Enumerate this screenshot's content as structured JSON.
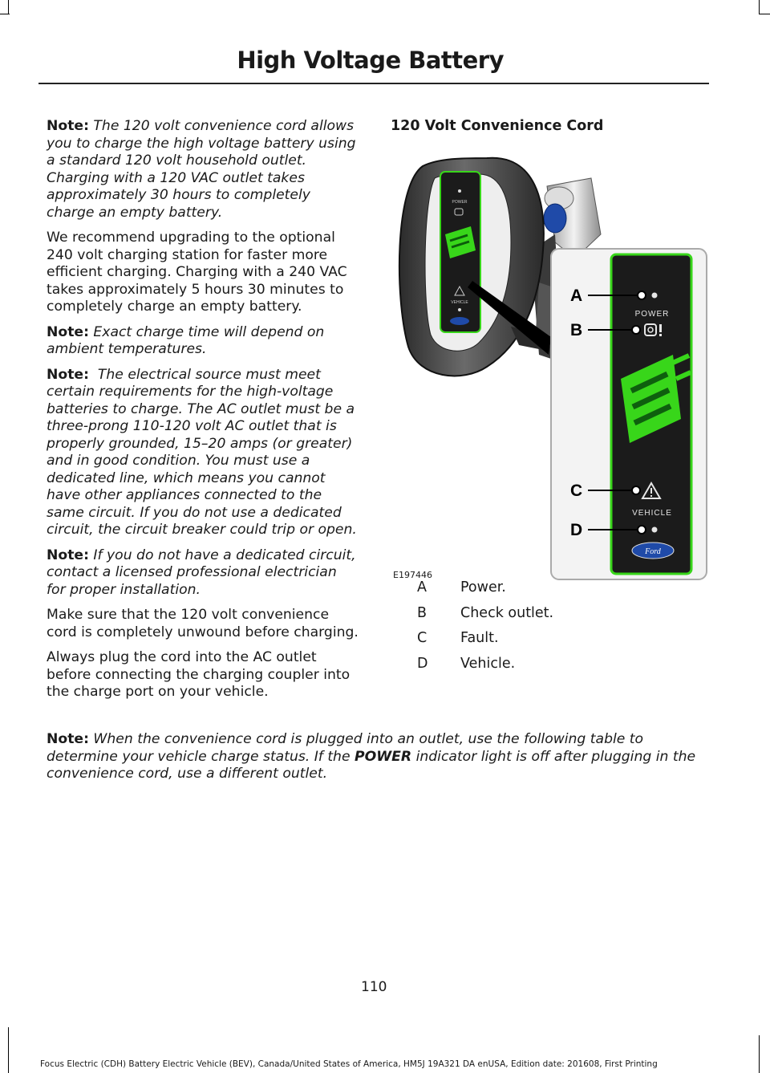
{
  "header": {
    "title": "High Voltage Battery"
  },
  "left_column": {
    "p1": {
      "note_label": "Note:",
      "text": "The 120 volt convenience cord allows you to charge the high voltage battery using a standard 120 volt household outlet. Charging with a 120 VAC outlet takes approximately 30 hours to completely charge an empty battery."
    },
    "p2": {
      "text": "We recommend upgrading to the optional 240 volt charging station for faster more efficient charging. Charging with a 240 VAC takes approximately 5 hours 30 minutes to completely charge an empty battery."
    },
    "p3": {
      "note_label": "Note:",
      "text": "Exact charge time will depend on ambient temperatures."
    },
    "p4": {
      "note_label": "Note:",
      "text": "The electrical source must meet certain requirements for the high-voltage batteries to charge.  The AC outlet must be a three-prong 110-120 volt AC outlet that is properly grounded, 15–20 amps (or greater) and in good condition.  You must use a dedicated line, which means you cannot have other appliances connected to the same circuit.  If you do not use a dedicated circuit, the circuit breaker could trip or open."
    },
    "p5": {
      "note_label": "Note:",
      "text": "If you do not have a dedicated circuit, contact a licensed professional electrician for proper installation."
    },
    "p6": {
      "text": "Make sure that the 120 volt convenience cord is completely unwound before charging."
    },
    "p7": {
      "text": "Always plug the cord into the AC outlet before connecting the charging coupler into the charge port on your vehicle."
    }
  },
  "right_column": {
    "section_title": "120 Volt Convenience Cord",
    "figure": {
      "image_id": "E197446",
      "device_labels": {
        "power": "POWER",
        "vehicle": "VEHICLE",
        "brand": "Ford"
      },
      "callouts": [
        "A",
        "B",
        "C",
        "D"
      ]
    },
    "legend": [
      {
        "key": "A",
        "value": "Power."
      },
      {
        "key": "B",
        "value": "Check outlet."
      },
      {
        "key": "C",
        "value": "Fault."
      },
      {
        "key": "D",
        "value": "Vehicle."
      }
    ]
  },
  "bottom_note": {
    "note_label": "Note:",
    "text_before": "When the convenience cord is plugged into an outlet, use the following table to determine your vehicle charge status. If the ",
    "emphasis": "POWER",
    "text_after": " indicator light is off after plugging in the convenience cord, use a different outlet."
  },
  "page_number": "110",
  "footer": "Focus Electric (CDH) Battery Electric Vehicle (BEV), Canada/United States of America, HM5J 19A321 DA enUSA, Edition date: 201608, First Printing",
  "colors": {
    "accent_green": "#38d61a",
    "panel_dark": "#1b1b1b",
    "body_gray": "#3c3c3c",
    "ford_blue": "#1f4aa8"
  }
}
